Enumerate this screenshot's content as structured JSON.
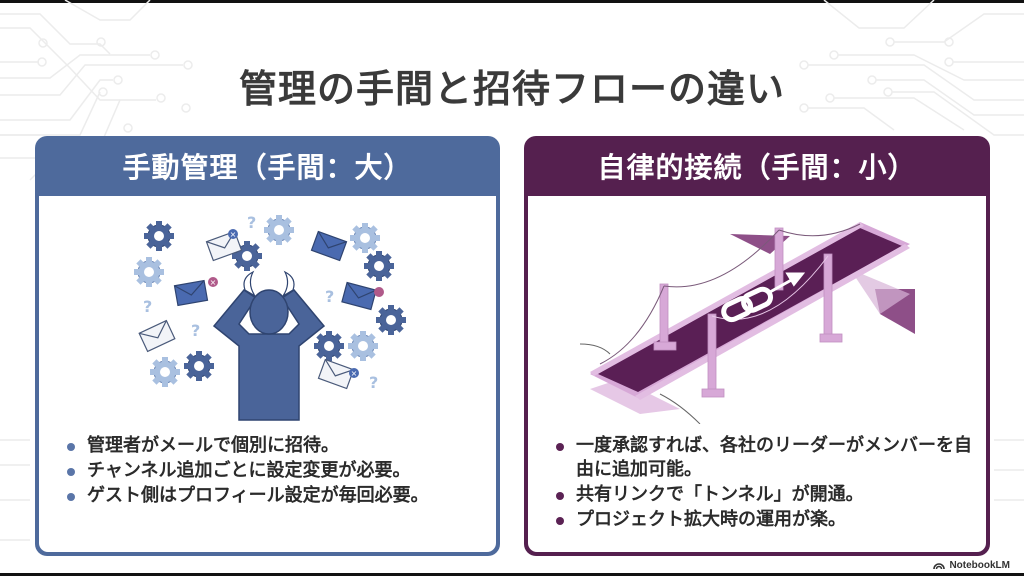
{
  "slide": {
    "title": "管理の手間と招待フローの違い"
  },
  "left_card": {
    "heading": "手動管理（手間：大）",
    "illustration": "stressed-person-with-emails-and-gears",
    "bullets": [
      "管理者がメールで個別に招待。",
      "チャンネル追加ごとに設定変更が必要。",
      "ゲスト側はプロフィール設定が毎回必要。"
    ],
    "color": "#4e6a9c"
  },
  "right_card": {
    "heading": "自律的接続（手間：小）",
    "illustration": "bridge-with-link-icon",
    "bullets": [
      "一度承認すれば、各社のリーダーがメンバーを自由に追加可能。",
      "共有リンクで「トンネル」が開通。",
      "プロジェクト拡大時の運用が楽。"
    ],
    "color": "#55204f"
  },
  "watermark": {
    "label": "NotebookLM",
    "icon": "notebooklm-logo-icon"
  }
}
